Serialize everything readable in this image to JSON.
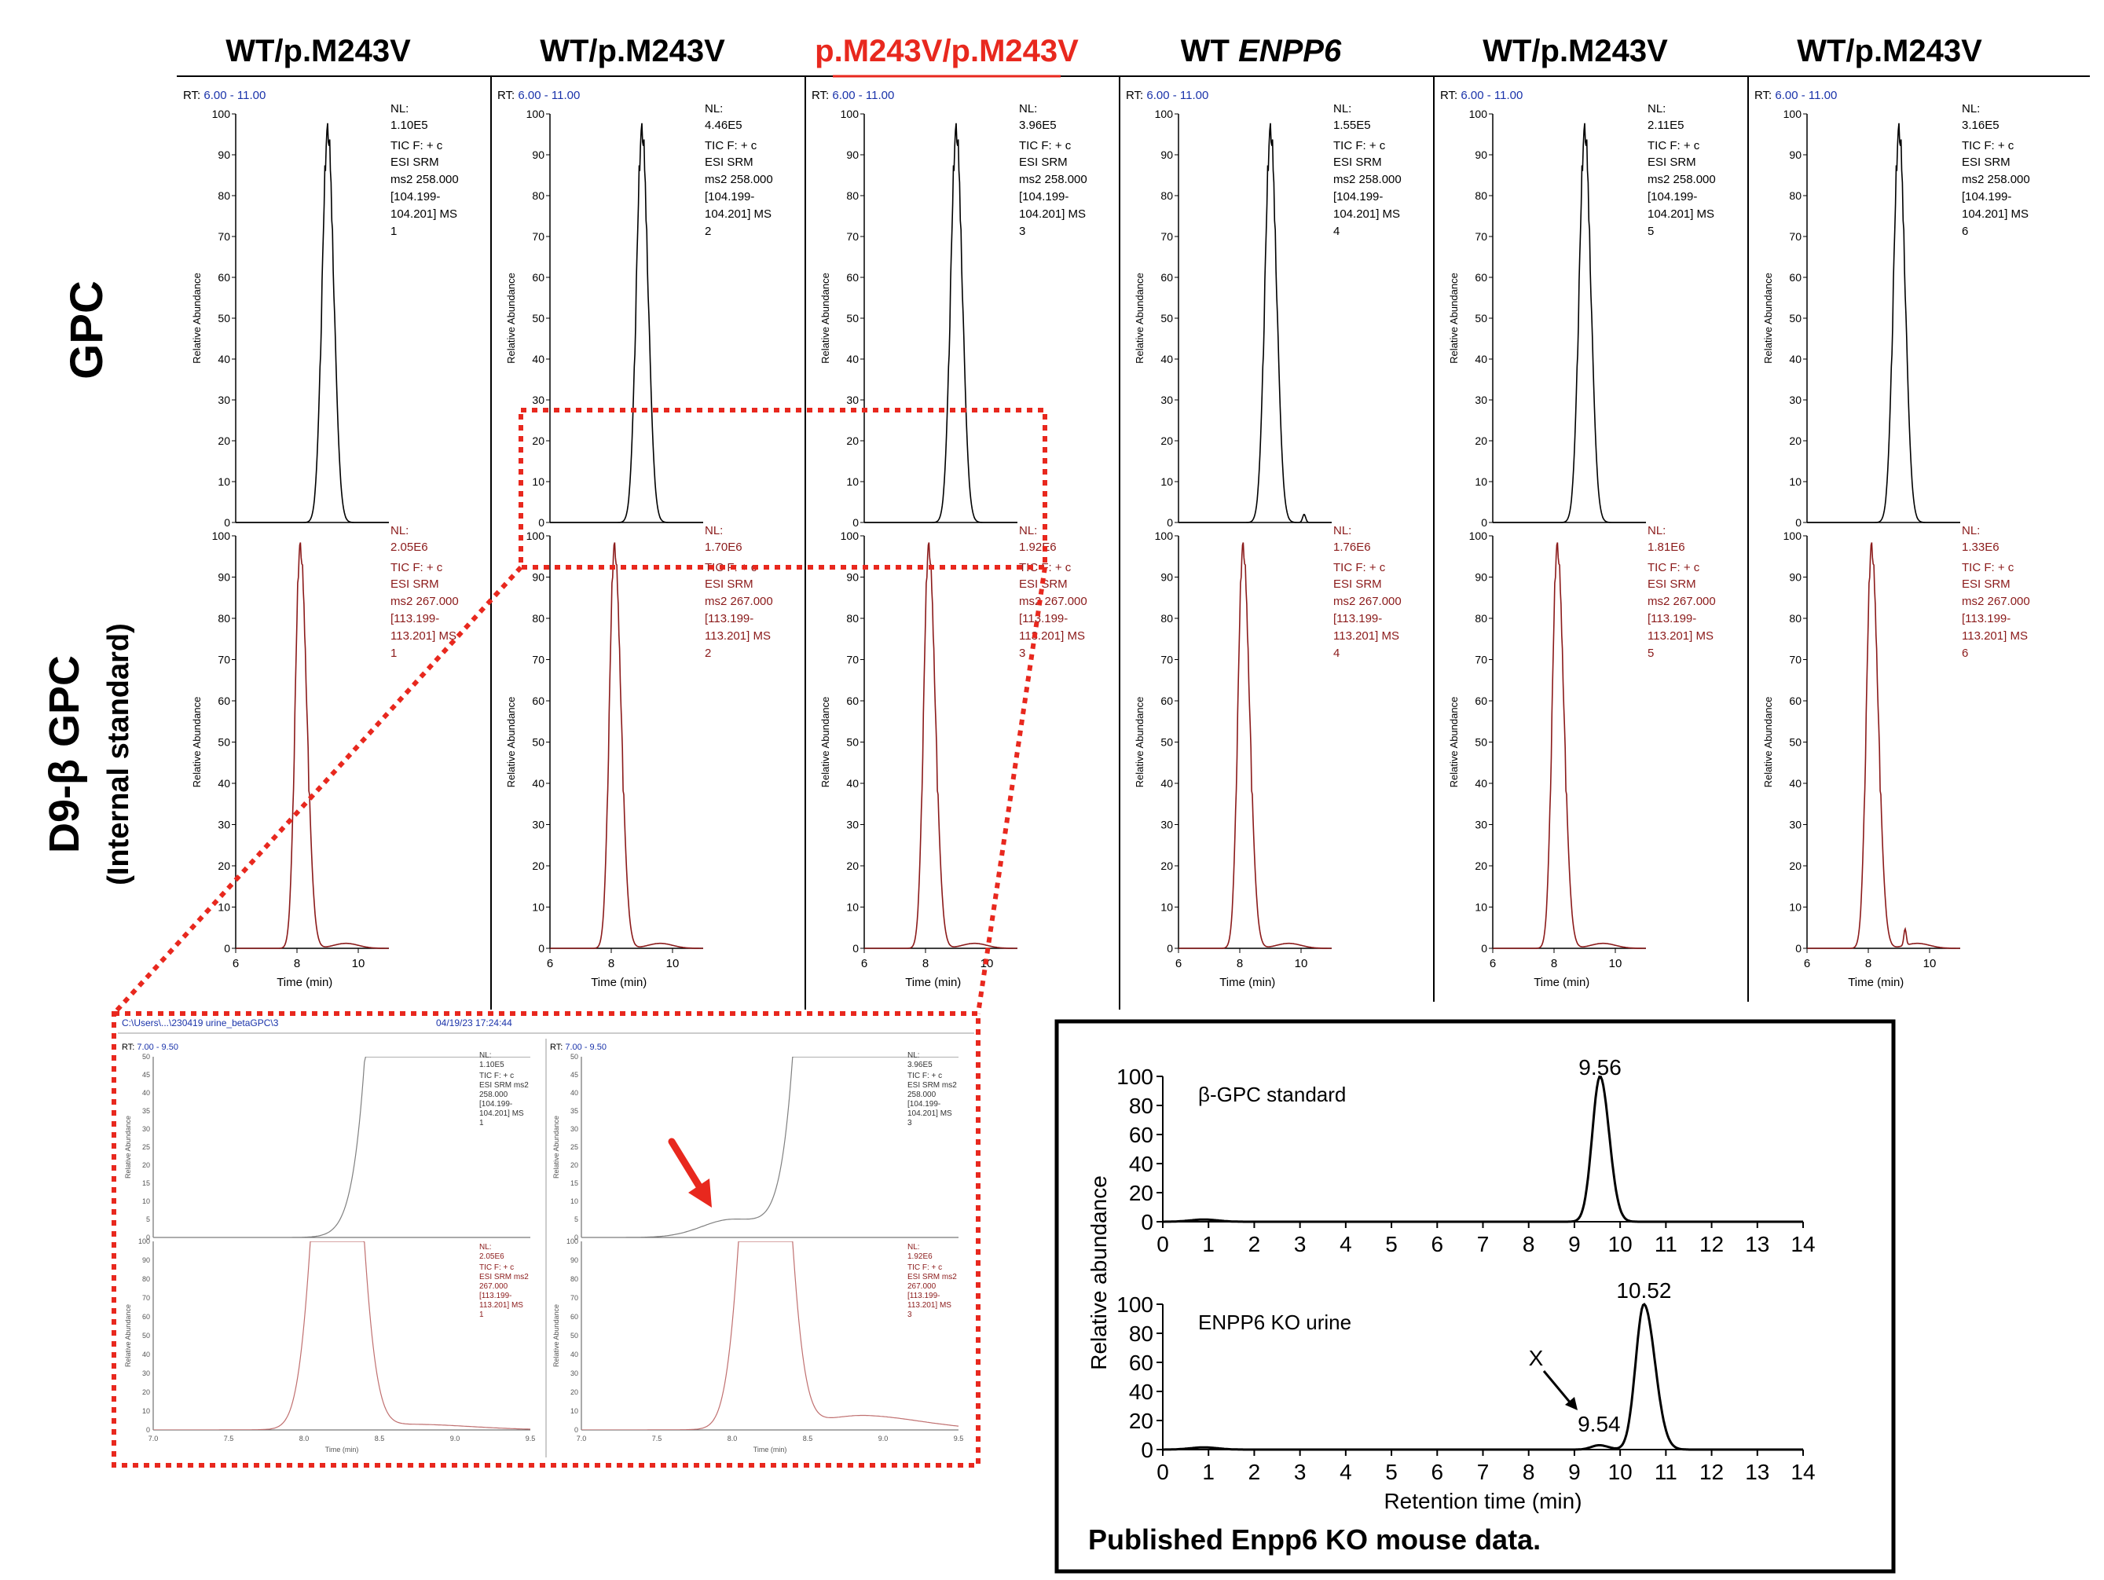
{
  "row_labels": {
    "top": "GPC",
    "bottom_main": "D9-β GPC",
    "bottom_sub": "(Internal standard)"
  },
  "columns": [
    {
      "header_main": "WT/p.M243V",
      "header_ital": "",
      "header_color": "#000000"
    },
    {
      "header_main": "WT/p.M243V",
      "header_ital": "",
      "header_color": "#000000"
    },
    {
      "header_main": "p.M243V/p.M243V",
      "header_ital": "",
      "header_color": "#e8281e"
    },
    {
      "header_main": "WT ",
      "header_ital": "ENPP6",
      "header_color": "#000000"
    },
    {
      "header_main": "WT/p.M243V",
      "header_ital": "",
      "header_color": "#000000"
    },
    {
      "header_main": "WT/p.M243V",
      "header_ital": "",
      "header_color": "#000000"
    }
  ],
  "chromatogram_text": {
    "rt_prefix": "RT: ",
    "rt_range": "6.00 - 11.00",
    "nl_label": "NL:",
    "tic": "TIC F: + c",
    "esi": "ESI SRM",
    "top_ms2": "ms2 258.000",
    "top_range1": "[104.199-",
    "top_range2": "104.201]  MS",
    "bottom_ms2": "ms2 267.000",
    "bottom_range1": "[113.199-",
    "bottom_range2": "113.201]  MS",
    "y_axis_label": "Relative Abundance",
    "x_axis_label": "Time (min)"
  },
  "zoom_inset": {
    "path": "C:\\Users\\...\\230419 urine_betaGPC\\3",
    "timestamp": "04/19/23 17:24:44",
    "rt_prefix": "RT: ",
    "rt_range": "7.00 - 9.50",
    "y_axis_label": "Relative Abundance",
    "x_axis_label": "Time (min)",
    "ms2_top": "ESI SRM ms2",
    "mass_top": "258.000",
    "mass_bottom": "267.000",
    "panels": [
      {
        "top_nl": "1.10E5",
        "bottom_nl": "2.05E6",
        "ms_index": "1"
      },
      {
        "top_nl": "3.96E5",
        "bottom_nl": "1.92E6",
        "ms_index": "3"
      }
    ]
  },
  "published_box": {
    "caption": "Published Enpp6 KO mouse data.",
    "top_title": "β-GPC standard",
    "top_peak_label": "9.56",
    "bottom_title": "ENPP6 KO urine",
    "bottom_peak_label": "10.52",
    "minor_peak_label": "9.54",
    "arrow_label": "X",
    "y_axis_label": "Relative abundance",
    "x_axis_label": "Retention time (min)"
  },
  "colors": {
    "gpc_trace": "#000000",
    "d9_trace": "#8b1a1a",
    "zoom_top_trace": "#808080",
    "zoom_bottom_trace": "#c07070",
    "dotted_box": "#e8281e",
    "red_arrow": "#e8281e",
    "rt_value": "#1a33aa",
    "d9_text": "#8b1a1a"
  },
  "chart_data": [
    {
      "type": "line",
      "title": "GPC (ESI SRM ms2 258.000 [104.199-104.201])",
      "xlabel": "Time (min)",
      "ylabel": "Relative Abundance",
      "xlim": [
        6,
        11
      ],
      "ylim": [
        0,
        100
      ],
      "x_ticks": [
        "6",
        "8",
        "10"
      ],
      "y_ticks": [
        "0",
        "10",
        "20",
        "30",
        "40",
        "50",
        "60",
        "70",
        "80",
        "90",
        "100"
      ],
      "series": [
        {
          "name": "1",
          "peak_rt": 9.0,
          "nl": "1.10E5",
          "values": []
        },
        {
          "name": "2",
          "peak_rt": 9.0,
          "nl": "4.46E5",
          "values": []
        },
        {
          "name": "3",
          "peak_rt": 9.0,
          "nl": "3.96E5",
          "values": []
        },
        {
          "name": "4",
          "peak_rt": 9.0,
          "nl": "1.55E5",
          "values": []
        },
        {
          "name": "5",
          "peak_rt": 9.0,
          "nl": "2.11E5",
          "values": []
        },
        {
          "name": "6",
          "peak_rt": 9.0,
          "nl": "3.16E5",
          "values": []
        }
      ]
    },
    {
      "type": "line",
      "title": "D9-β GPC (ESI SRM ms2 267.000 [113.199-113.201])",
      "xlabel": "Time (min)",
      "ylabel": "Relative Abundance",
      "xlim": [
        6,
        11
      ],
      "ylim": [
        0,
        100
      ],
      "x_ticks": [
        "6",
        "8",
        "10"
      ],
      "y_ticks": [
        "0",
        "10",
        "20",
        "30",
        "40",
        "50",
        "60",
        "70",
        "80",
        "90",
        "100"
      ],
      "series": [
        {
          "name": "1",
          "peak_rt": 8.1,
          "nl": "2.05E6",
          "values": []
        },
        {
          "name": "2",
          "peak_rt": 8.1,
          "nl": "1.70E6",
          "values": []
        },
        {
          "name": "3",
          "peak_rt": 8.1,
          "nl": "1.92E6",
          "values": []
        },
        {
          "name": "4",
          "peak_rt": 8.1,
          "nl": "1.76E6",
          "values": []
        },
        {
          "name": "5",
          "peak_rt": 8.1,
          "nl": "1.81E6",
          "values": []
        },
        {
          "name": "6",
          "peak_rt": 8.1,
          "nl": "1.33E6",
          "values": []
        }
      ]
    },
    {
      "type": "line",
      "title": "β-GPC standard",
      "xlabel": "Retention time (min)",
      "ylabel": "Relative abundance",
      "xlim": [
        0,
        14
      ],
      "ylim": [
        0,
        100
      ],
      "x_ticks": [
        "0",
        "1",
        "2",
        "3",
        "4",
        "5",
        "6",
        "7",
        "8",
        "9",
        "10",
        "11",
        "12",
        "13",
        "14"
      ],
      "y_ticks": [
        "0",
        "20",
        "40",
        "60",
        "80",
        "100"
      ],
      "series": [
        {
          "name": "",
          "peaks": [
            {
              "rt": 9.56,
              "height": 100
            }
          ]
        }
      ]
    },
    {
      "type": "line",
      "title": "ENPP6 KO urine",
      "xlabel": "Retention time (min)",
      "ylabel": "Relative abundance",
      "xlim": [
        0,
        14
      ],
      "ylim": [
        0,
        100
      ],
      "x_ticks": [
        "0",
        "1",
        "2",
        "3",
        "4",
        "5",
        "6",
        "7",
        "8",
        "9",
        "10",
        "11",
        "12",
        "13",
        "14"
      ],
      "y_ticks": [
        "0",
        "20",
        "40",
        "60",
        "80",
        "100"
      ],
      "series": [
        {
          "name": "",
          "peaks": [
            {
              "rt": 9.54,
              "height": 3
            },
            {
              "rt": 10.52,
              "height": 100
            }
          ]
        }
      ]
    }
  ]
}
